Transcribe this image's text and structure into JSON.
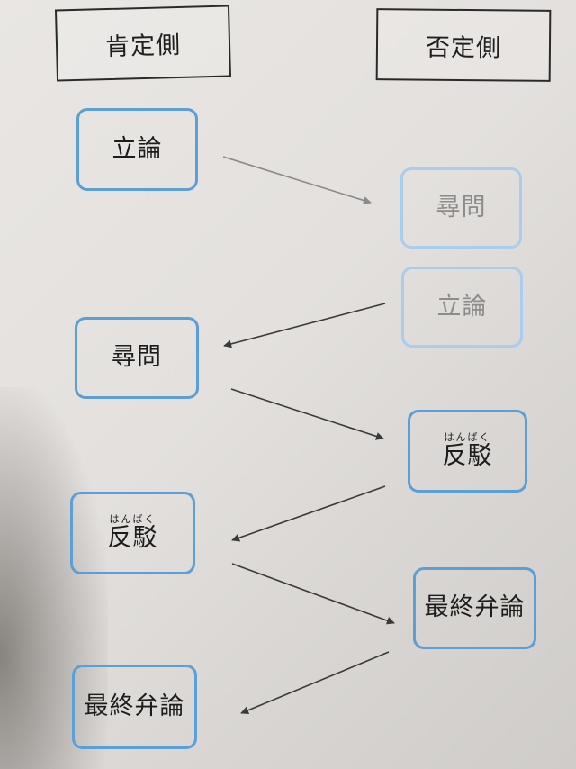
{
  "headers": {
    "affirmative": "肯定側",
    "negative": "否定側"
  },
  "steps": {
    "aff_constructive": "立論",
    "neg_question": "尋問",
    "neg_constructive": "立論",
    "aff_question": "尋問",
    "neg_rebuttal_ruby": "はんばく",
    "neg_rebuttal": "反駁",
    "aff_rebuttal_ruby": "はんばく",
    "aff_rebuttal": "反駁",
    "neg_closing": "最終弁論",
    "aff_closing": "最終弁論"
  },
  "colors": {
    "box_border": "#5a9fd6",
    "box_border_faded": "#a9cdec",
    "arrow": "#3a3a3a",
    "arrow_faded": "#8a8a8a"
  }
}
